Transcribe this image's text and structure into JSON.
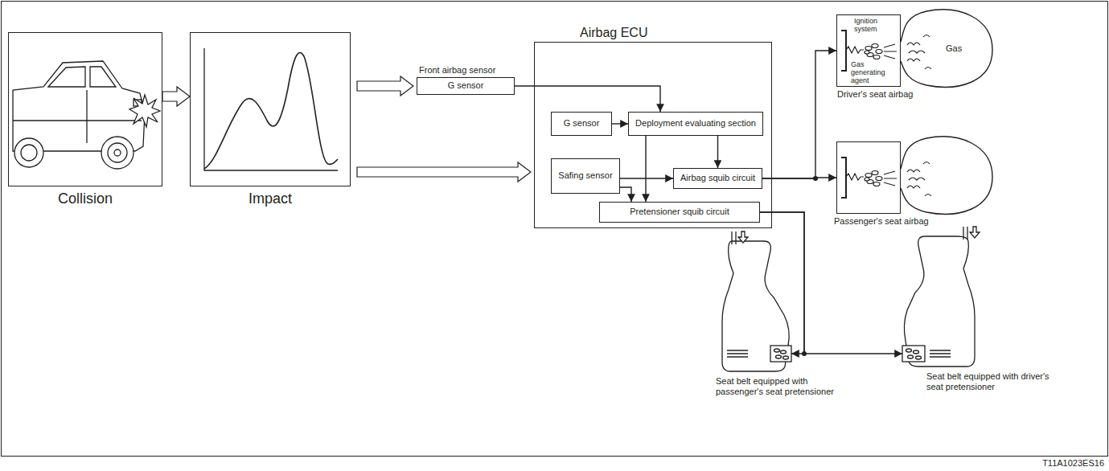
{
  "diagram": {
    "nodes": [
      {
        "text": [
          "Collision"
        ]
      },
      {
        "text": [
          "Impact"
        ]
      },
      {
        "text": [
          "Front airbag sensor",
          "G sensor"
        ]
      },
      {
        "text": [
          "Airbag ECU"
        ]
      },
      {
        "text": [
          "G sensor"
        ],
        "in": 3
      },
      {
        "text": [
          "Deployment evaluating section"
        ],
        "in": 3
      },
      {
        "text": [
          "Safing sensor"
        ],
        "in": 3
      },
      {
        "text": [
          "Airbag squib circuit"
        ],
        "in": 3
      },
      {
        "text": [
          "Pretensioner squib circuit"
        ],
        "in": 3
      },
      {
        "text": [
          "Driver's seat airbag"
        ]
      },
      {
        "text": [
          "Passenger's seat airbag"
        ]
      },
      {
        "text": [
          "Seat belt equipped with passenger's seat pretensioner"
        ]
      },
      {
        "text": [
          "Seat belt equipped with driver's seat pretensioner"
        ]
      }
    ],
    "edges": [
      {
        "from": 0,
        "to": 1,
        "arrow": "to"
      },
      {
        "from": 1,
        "to": 2,
        "arrow": "to"
      },
      {
        "from": 1,
        "to": 3,
        "arrow": "to"
      },
      {
        "from": 2,
        "to": 5,
        "arrow": "to"
      },
      {
        "from": 4,
        "to": 5,
        "arrow": "to"
      },
      {
        "from": 5,
        "to": 7,
        "arrow": "to"
      },
      {
        "from": 5,
        "to": 8,
        "arrow": "to"
      },
      {
        "from": 6,
        "to": 7,
        "arrow": "to"
      },
      {
        "from": 6,
        "to": 8,
        "arrow": "to"
      },
      {
        "from": 7,
        "to": 9,
        "arrow": "to"
      },
      {
        "from": 7,
        "to": 10,
        "arrow": "to"
      },
      {
        "from": 8,
        "to": 11,
        "arrow": "to"
      },
      {
        "from": 8,
        "to": 12,
        "arrow": "to"
      }
    ],
    "labels": [
      "Ignition system",
      "Gas generating agent",
      "Gas",
      "T11A1023ES16"
    ]
  }
}
